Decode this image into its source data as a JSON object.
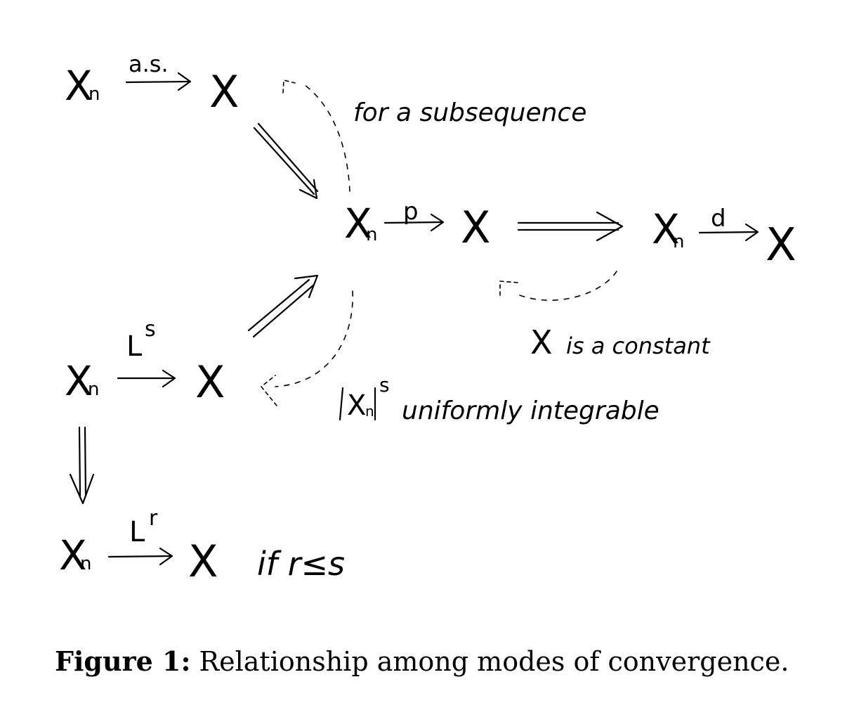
{
  "diagram": {
    "X": "X",
    "n": "n",
    "a_s": "a.s.",
    "p": "p",
    "d": "d",
    "L": "L",
    "s": "s",
    "r": "r",
    "for_subsequence": "for a subsequence",
    "x_is": "X",
    "is_a_constant": "is a constant",
    "uniformly_integrable": "uniformly integrable",
    "if_r_le_s": "if r≤s"
  },
  "caption": {
    "label": "Figure 1:",
    "text": "Relationship among modes of convergence."
  }
}
